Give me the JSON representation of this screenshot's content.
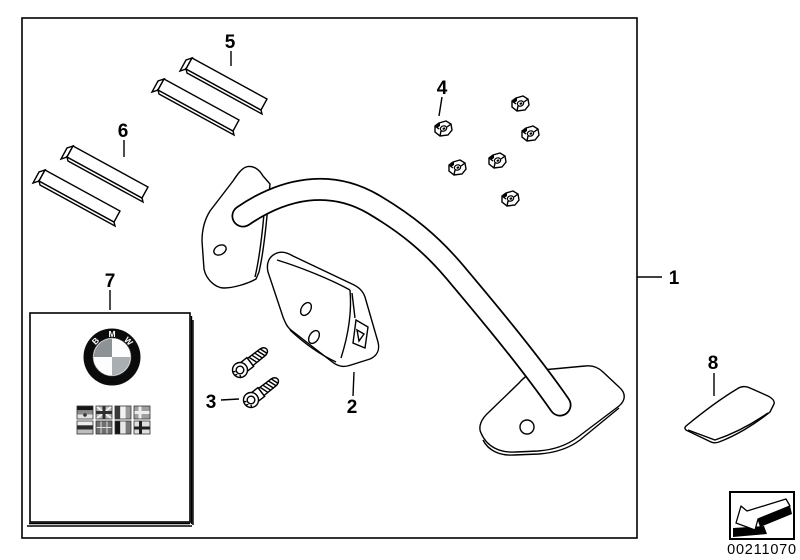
{
  "colors": {
    "background": "#ffffff",
    "line": "#000000",
    "logo_quadrant_dark": "#8d9297",
    "logo_quadrant_light": "#a9aeb3"
  },
  "callouts": [
    {
      "label": "1"
    },
    {
      "label": "2"
    },
    {
      "label": "3"
    },
    {
      "label": "4"
    },
    {
      "label": "5"
    },
    {
      "label": "6"
    },
    {
      "label": "7"
    },
    {
      "label": "8"
    }
  ],
  "stamp": {
    "number": "00211070",
    "icon": "arrow-down-left-3d"
  },
  "booklet": {
    "logo": "bmw-roundel",
    "logo_letters": [
      "B",
      "M",
      "W"
    ],
    "flag_tiles": 8
  },
  "part_counts": {
    "hex_nuts": 6,
    "socket_screws": 2,
    "strips_part5": 2,
    "strips_part6": 2
  }
}
